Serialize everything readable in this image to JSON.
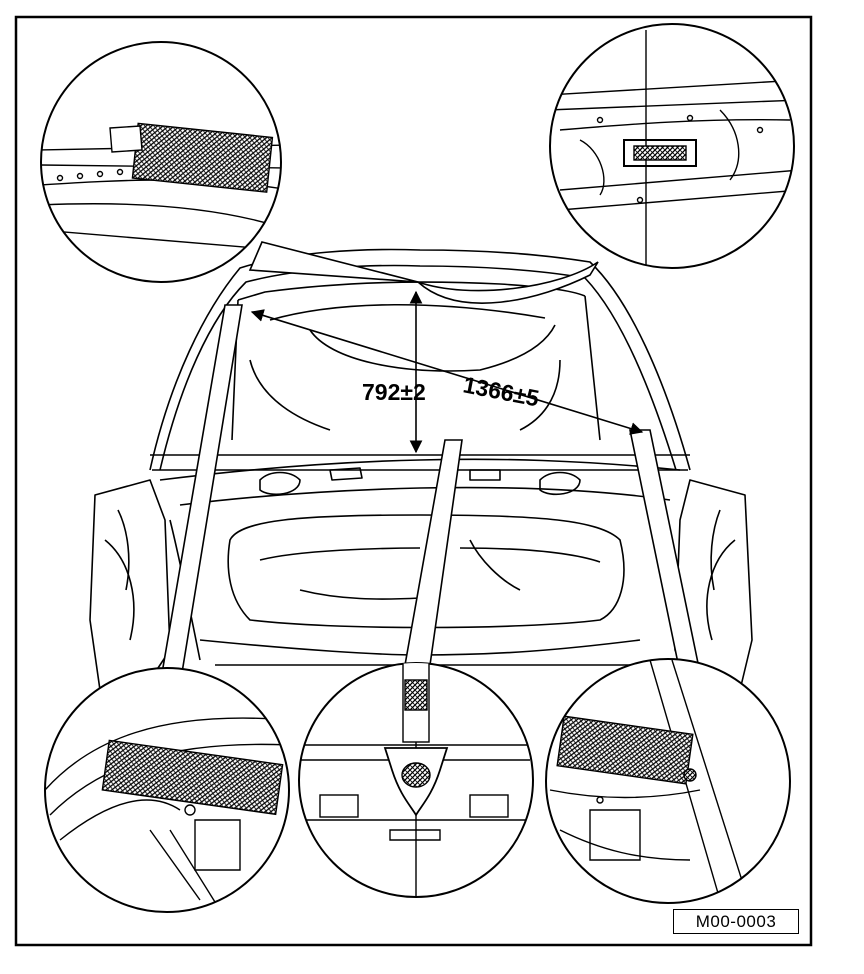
{
  "figure": {
    "code": "M00-0003",
    "dimensions": {
      "height": "792±2",
      "diagonal": "1366±5"
    },
    "detail_views": [
      "top-left",
      "top-right",
      "bottom-left",
      "bottom-center",
      "bottom-right"
    ]
  },
  "colors": {
    "line": "#000000",
    "background": "#ffffff",
    "hatch": "#222222"
  }
}
